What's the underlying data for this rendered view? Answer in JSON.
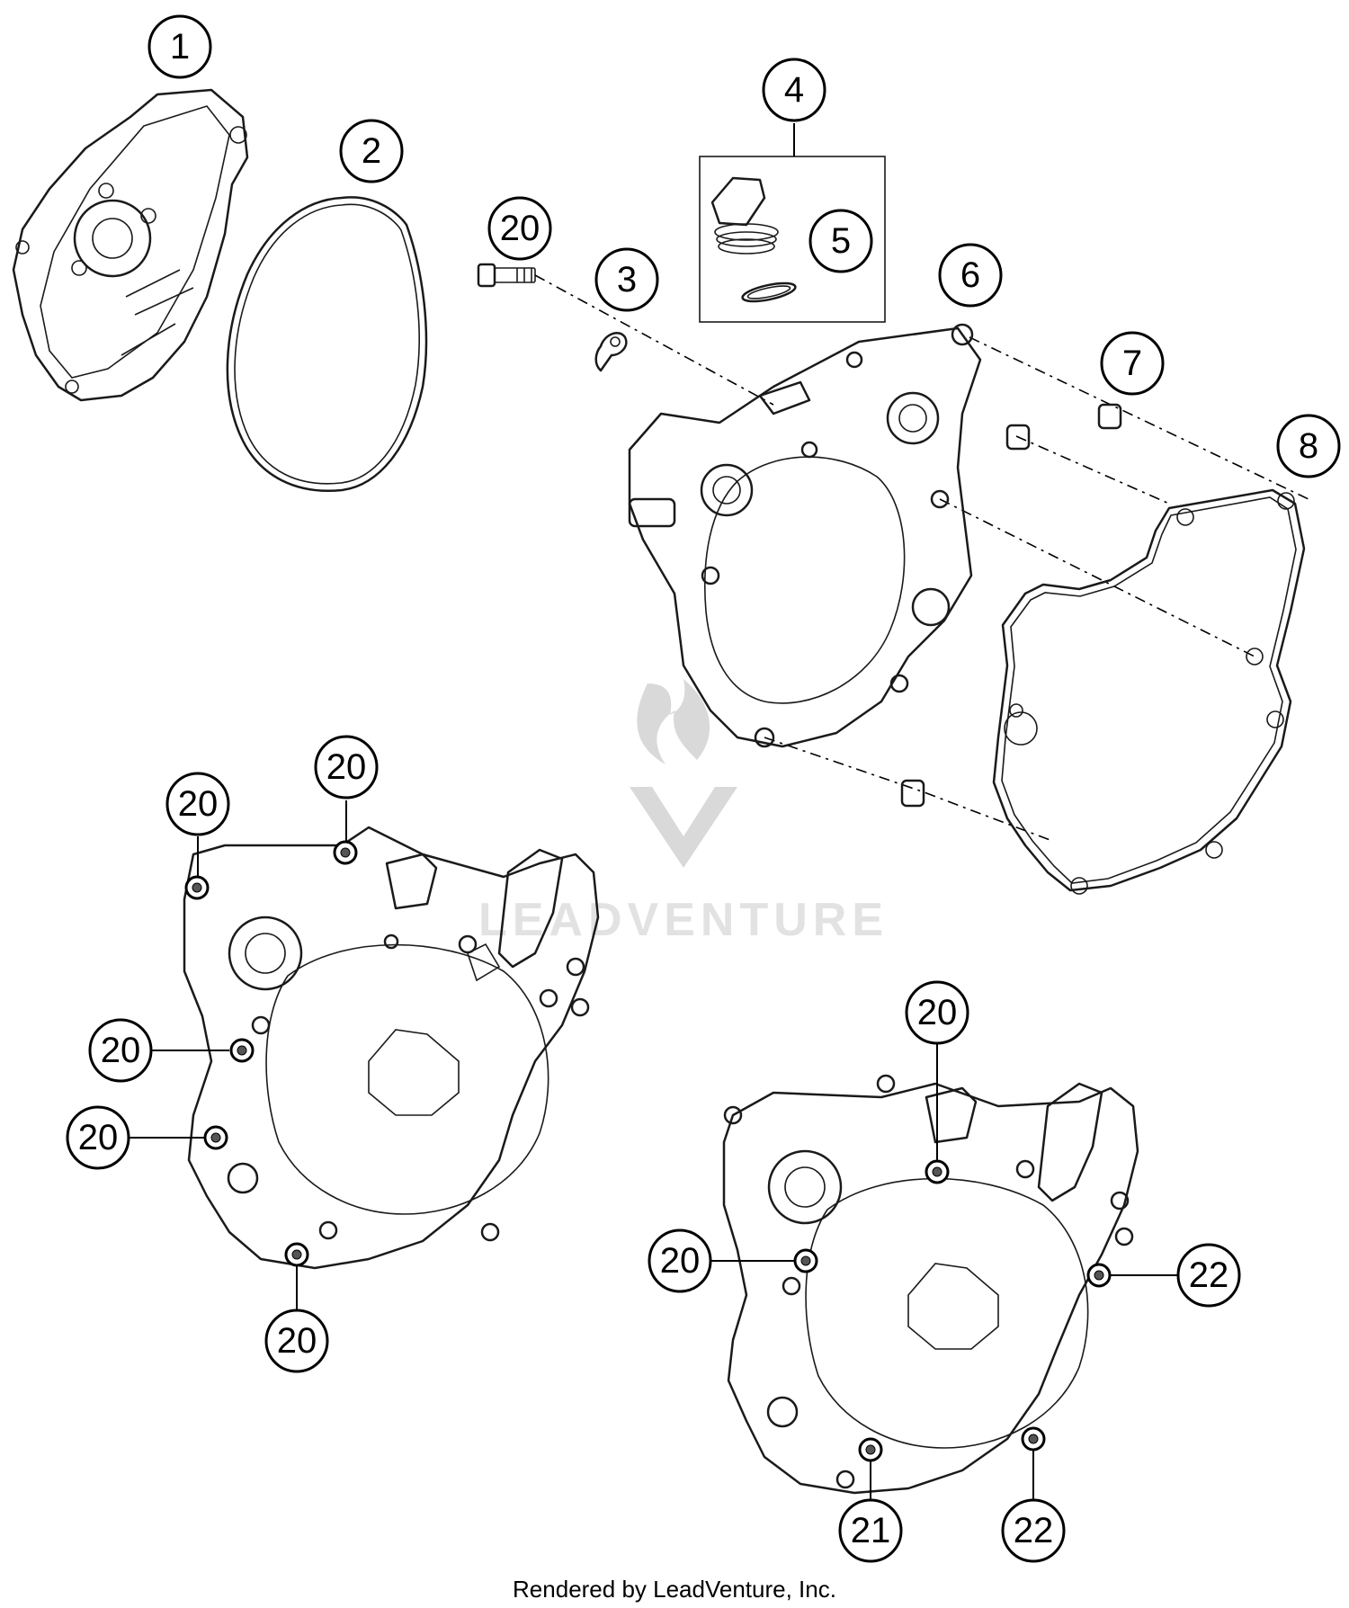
{
  "callouts": [
    {
      "id": "c1",
      "label": "1"
    },
    {
      "id": "c2",
      "label": "2"
    },
    {
      "id": "c3",
      "label": "3"
    },
    {
      "id": "c4",
      "label": "4"
    },
    {
      "id": "c5",
      "label": "5"
    },
    {
      "id": "c6",
      "label": "6"
    },
    {
      "id": "c7",
      "label": "7"
    },
    {
      "id": "c8",
      "label": "8"
    },
    {
      "id": "c20a",
      "label": "20"
    },
    {
      "id": "c20b",
      "label": "20"
    },
    {
      "id": "c20c",
      "label": "20"
    },
    {
      "id": "c20d",
      "label": "20"
    },
    {
      "id": "c20e",
      "label": "20"
    },
    {
      "id": "c20f",
      "label": "20"
    },
    {
      "id": "c20g",
      "label": "20"
    },
    {
      "id": "c20h",
      "label": "20"
    },
    {
      "id": "c20i",
      "label": "20"
    },
    {
      "id": "c21",
      "label": "21"
    },
    {
      "id": "c22a",
      "label": "22"
    },
    {
      "id": "c22b",
      "label": "22"
    }
  ],
  "watermark": {
    "text": "LEADVENTURE"
  },
  "footer": {
    "text": "Rendered by LeadVenture, Inc."
  }
}
